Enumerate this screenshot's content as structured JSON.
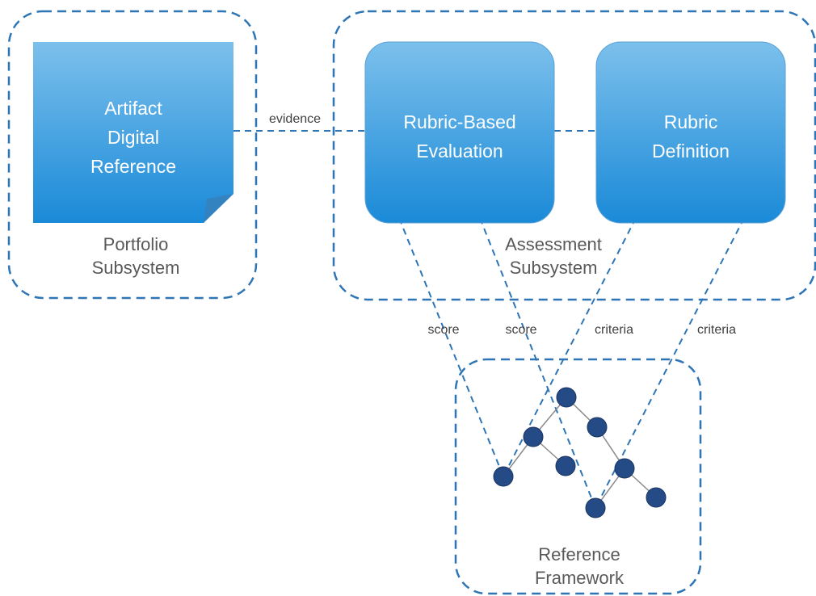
{
  "colors": {
    "dashed_outline": "#2e75b6",
    "box_gradient_top": "#7cc0ec",
    "box_gradient_bottom": "#1a8ad8",
    "node_fill": "#254b87",
    "tree_edge": "#8a8a8a",
    "label_gray": "#595959"
  },
  "groups": {
    "portfolio": {
      "line1": "Portfolio",
      "line2": "Subsystem"
    },
    "assessment": {
      "line1": "Assessment",
      "line2": "Subsystem"
    },
    "reference": {
      "line1": "Reference",
      "line2": "Framework"
    }
  },
  "boxes": {
    "artifact": {
      "line1": "Artifact",
      "line2": "Digital",
      "line3": "Reference",
      "icon": "dog-eared-note-icon"
    },
    "evaluation": {
      "line1": "Rubric-Based",
      "line2": "Evaluation"
    },
    "definition": {
      "line1": "Rubric",
      "line2": "Definition"
    }
  },
  "edge_labels": {
    "evidence": "evidence",
    "score_left": "score",
    "score_right": "score",
    "criteria_left": "criteria",
    "criteria_right": "criteria"
  }
}
